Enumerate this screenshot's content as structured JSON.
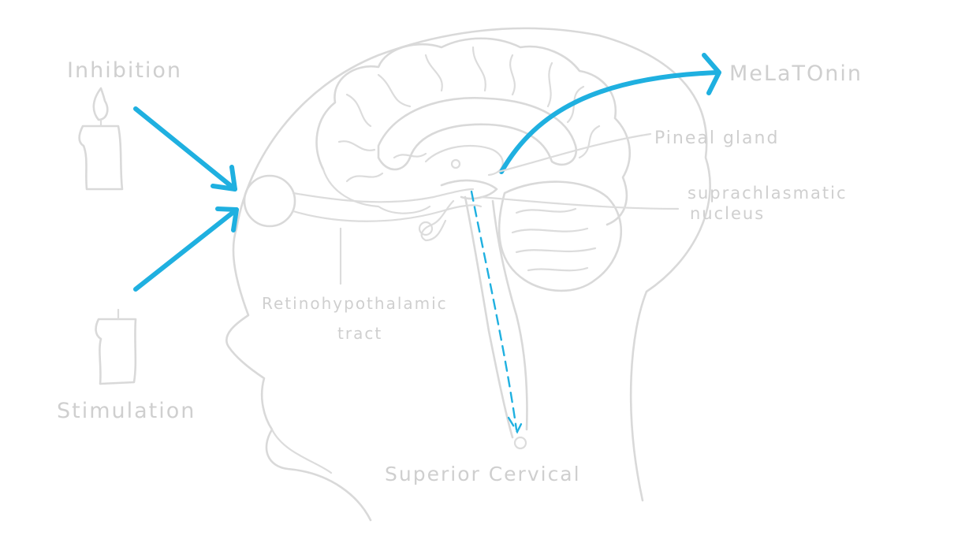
{
  "labels": {
    "inhibition": "Inhibition",
    "stimulation": "Stimulation",
    "melatonin": "MeLaTOnin",
    "pineal_gland": "Pineal gland",
    "suprachiasmatic_line1": "suprachlasmatic",
    "suprachiasmatic_line2": "nucleus",
    "retinohypothalamic_line1": "Retinohypothalamic",
    "retinohypothalamic_line2": "tract",
    "superior_cervical": "Superior Cervical"
  },
  "colors": {
    "sketch": "#d9d9d9",
    "text": "#cfcfcf",
    "accent": "#1fb0e0"
  },
  "icons": {
    "lit_candle": "lit-candle-icon",
    "unlit_candle": "unlit-candle-icon"
  }
}
